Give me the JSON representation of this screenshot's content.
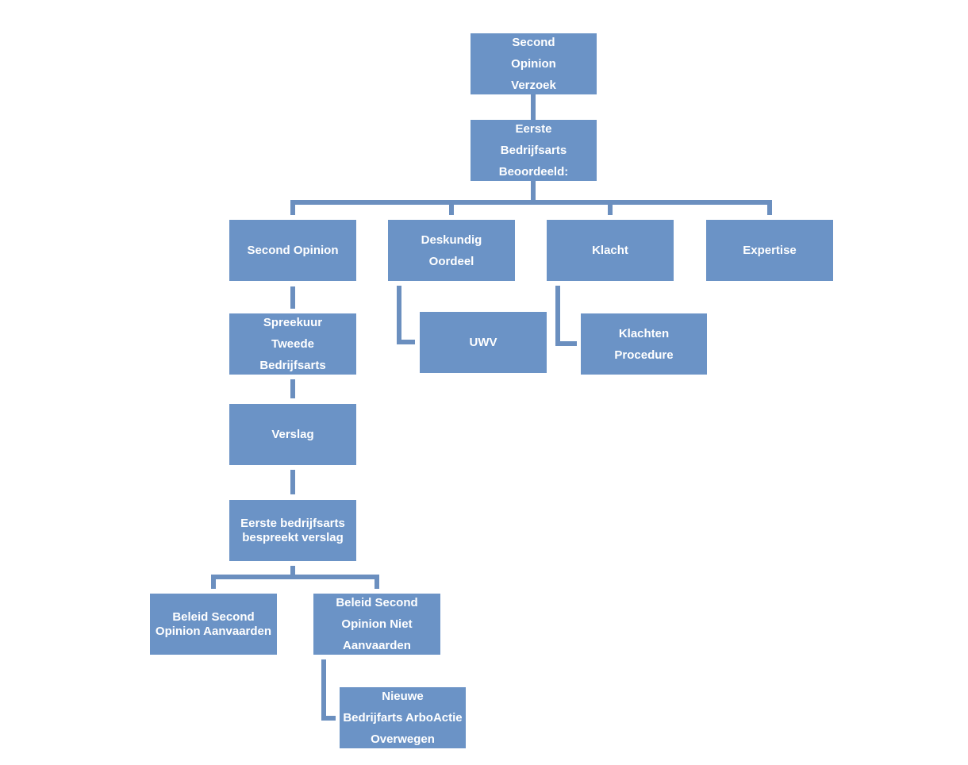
{
  "nodes": {
    "root": "Second\nOpinion\nVerzoek",
    "first_doctor": "Eerste\nBedrijfsarts\nBeoordeeld:",
    "second_opinion": "Second Opinion",
    "expert_opinion": "Deskundig\nOordeel",
    "complaint": "Klacht",
    "expertise": "Expertise",
    "uwv": "UWV",
    "complaint_procedure": "Klachten\nProcedure",
    "consult": "Spreekuur\nTweede\nBedrijfsarts",
    "report": "Verslag",
    "discuss_report": "Eerste bedrijfsarts\nbespreekt verslag",
    "accept_policy": "Beleid Second\nOpinion Aanvaarden",
    "reject_policy": "Beleid Second\nOpinion Niet\nAanvaarden",
    "new_doctor": "Nieuwe\nBedrijfarts ArboActie\nOverwegen"
  },
  "colors": {
    "box_fill": "#6b93c6",
    "connector": "#6b8fbf",
    "text": "#ffffff"
  }
}
